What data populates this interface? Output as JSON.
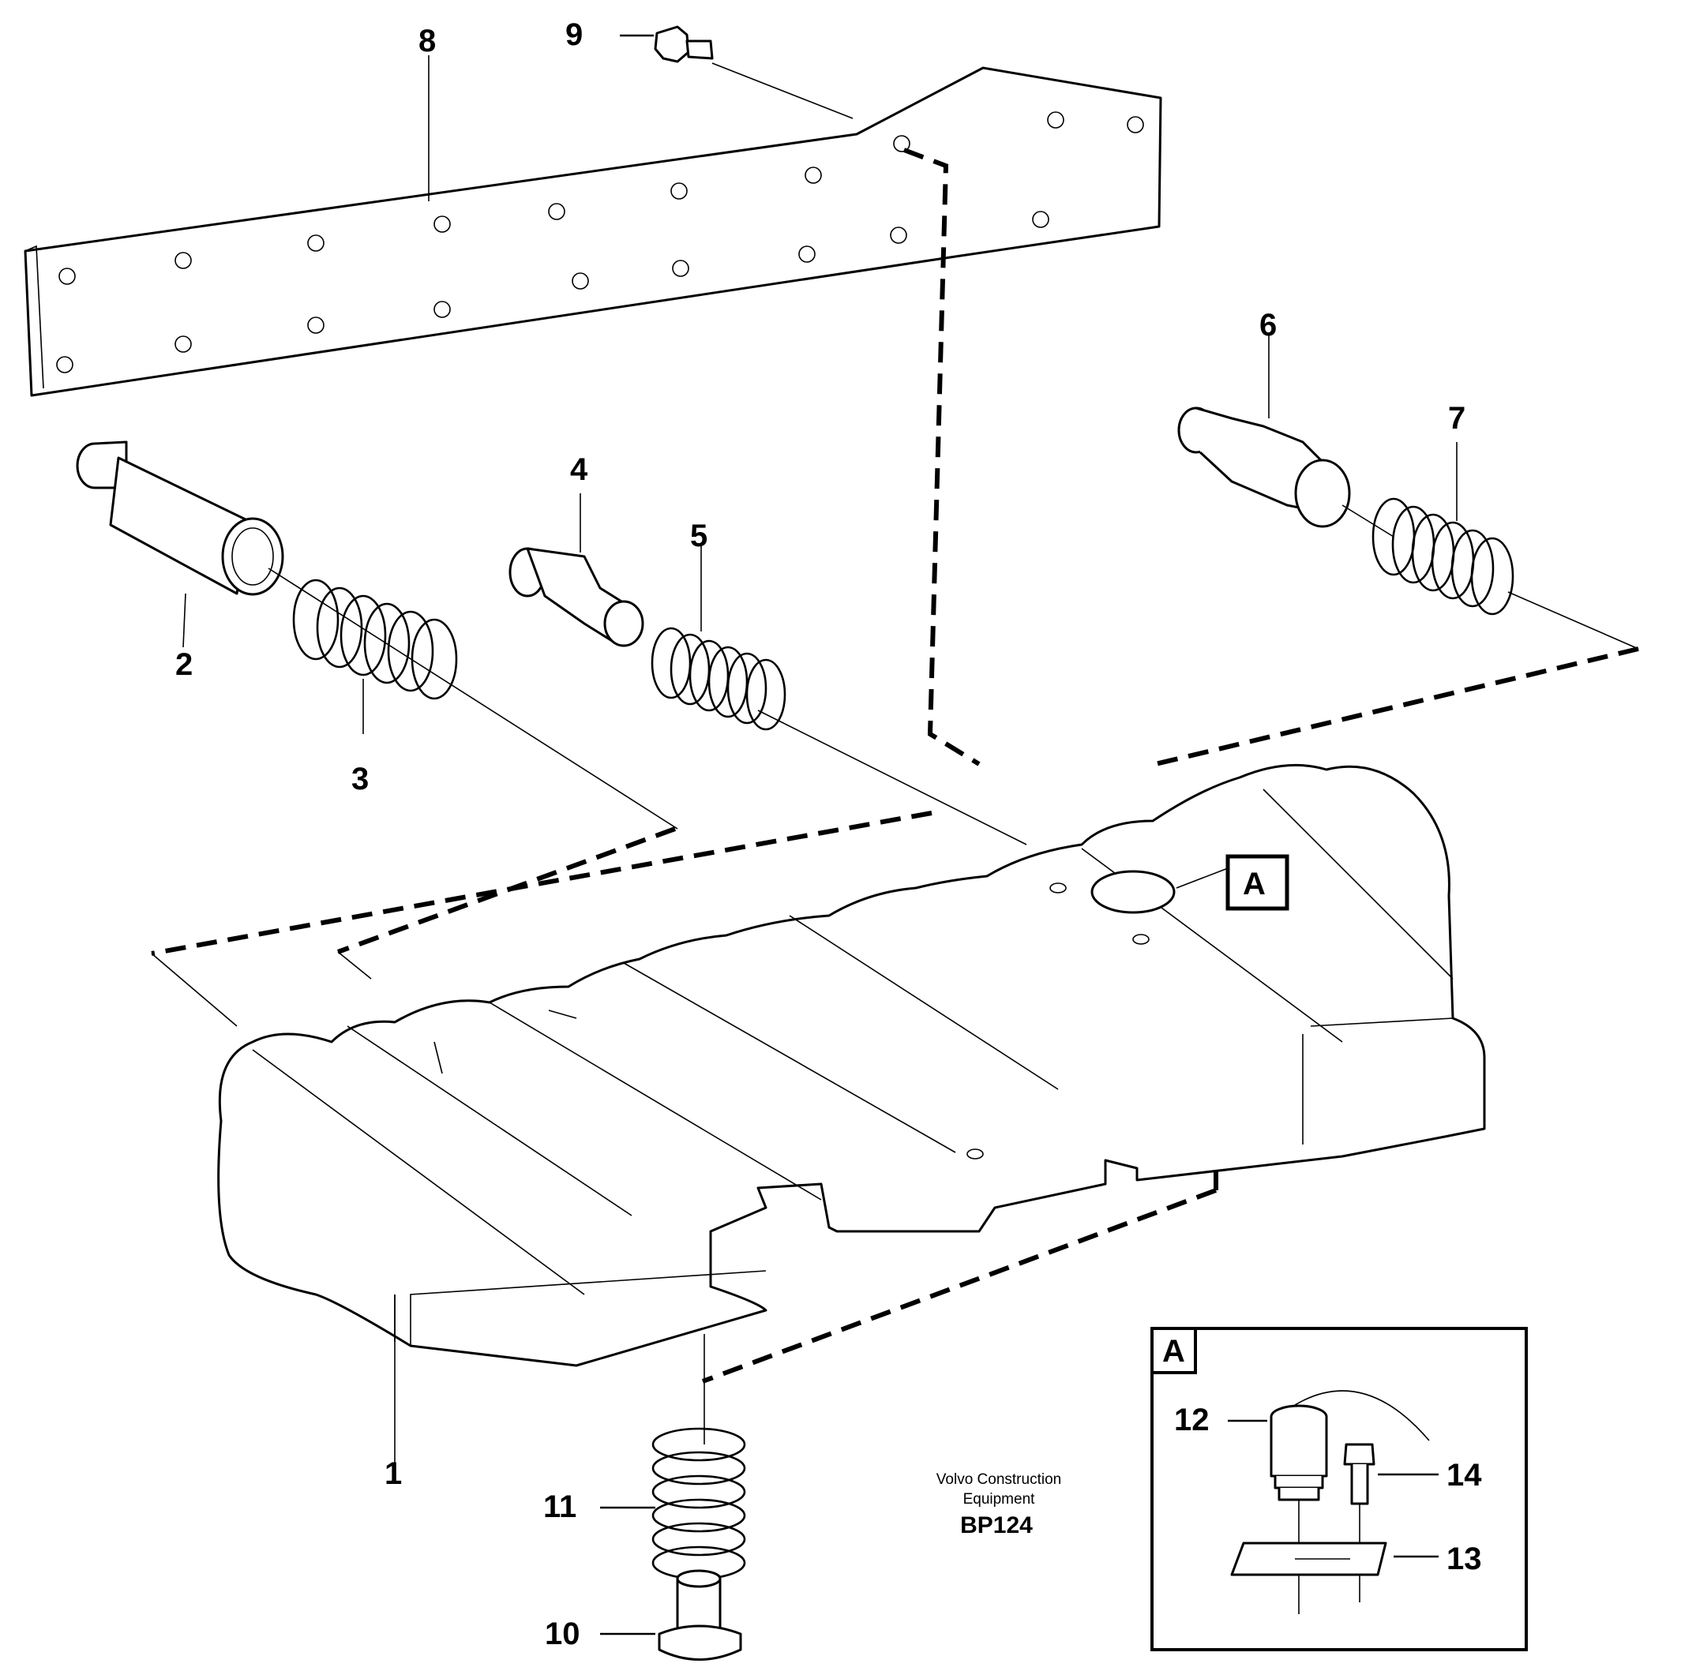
{
  "diagram": {
    "caption": {
      "line1": "Volvo Construction",
      "line2": "Equipment",
      "code": "BP124"
    },
    "detail_ref": "A",
    "inset_label": "A",
    "callouts": [
      "1",
      "2",
      "3",
      "4",
      "5",
      "6",
      "7",
      "8",
      "9",
      "10",
      "11",
      "12",
      "13",
      "14"
    ]
  }
}
